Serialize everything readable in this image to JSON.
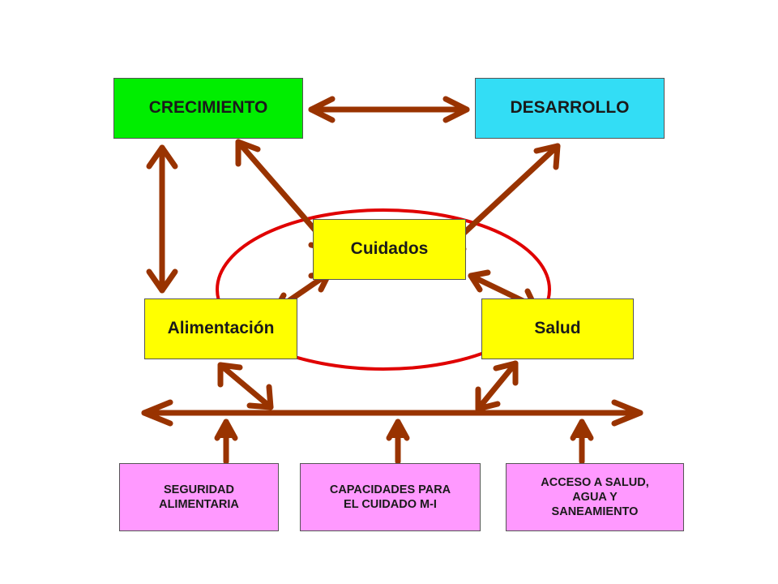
{
  "colors": {
    "arrow": "#993300",
    "ellipse": "#e00000",
    "crecimiento_fill": "#00ee00",
    "desarrollo_fill": "#33ddf5",
    "center_fill": "#ffff00",
    "bottom_fill": "#ff99ff"
  },
  "boxes": {
    "crecimiento": "CRECIMIENTO",
    "desarrollo": "DESARROLLO",
    "cuidados": "Cuidados",
    "alimentacion": "Alimentación",
    "salud": "Salud",
    "seguridad": "SEGURIDAD\nALIMENTARIA",
    "capacidades": "CAPACIDADES PARA\nEL CUIDADO M-I",
    "acceso": "ACCESO A SALUD,\nAGUA Y\nSANEAMIENTO"
  }
}
